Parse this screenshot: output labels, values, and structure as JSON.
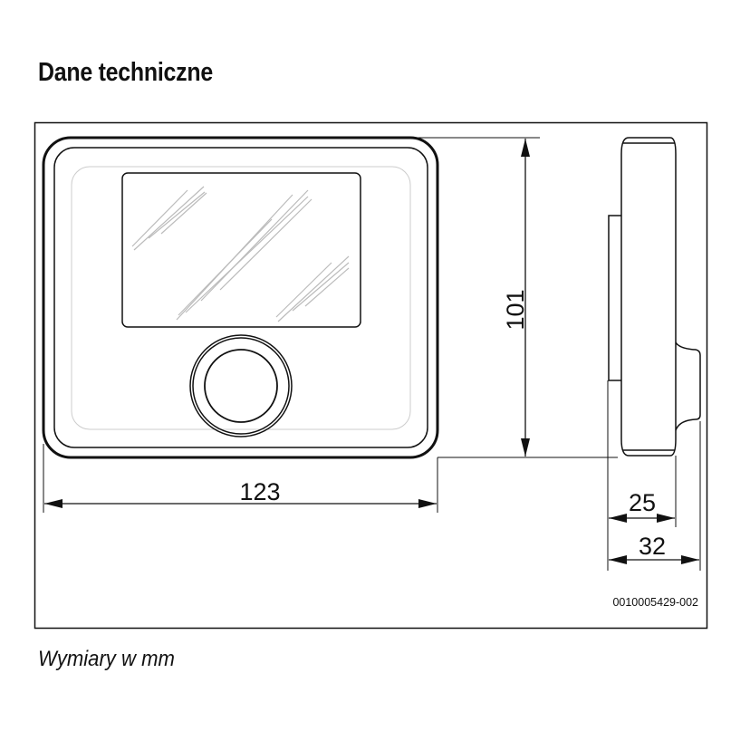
{
  "title": "Dane techniczne",
  "caption": "Wymiary w mm",
  "drawing": {
    "dimensions": {
      "width": "123",
      "height": "101",
      "depth_body": "25",
      "depth_total": "32"
    },
    "drawing_code": "0010005429-002",
    "unit": "mm"
  }
}
